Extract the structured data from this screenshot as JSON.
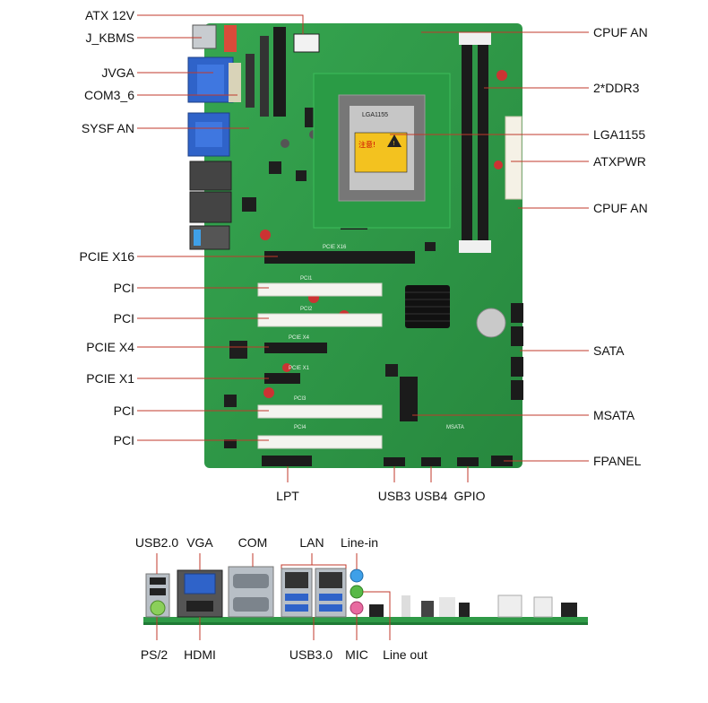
{
  "colors": {
    "pcb": "#2f9a47",
    "pcb_dark": "#1f7a35",
    "slot_white": "#f4f4ef",
    "slot_black": "#1b1b1b",
    "leader": "#c0392b",
    "port_blue": "#2f63c9",
    "port_silver": "#b8bfc6",
    "audio_blue": "#3fa0e8",
    "audio_green": "#58b947",
    "audio_pink": "#e86aa0"
  },
  "top_board": {
    "left_labels": [
      {
        "id": "atx12v",
        "text": "ATX 12V"
      },
      {
        "id": "jkbms",
        "text": "J_KBMS"
      },
      {
        "id": "jvga",
        "text": "JVGA"
      },
      {
        "id": "com36",
        "text": "COM3_6"
      },
      {
        "id": "sysfan",
        "text": "SYSF AN"
      },
      {
        "id": "pciex16",
        "text": "PCIE X16"
      },
      {
        "id": "pci1",
        "text": "PCI"
      },
      {
        "id": "pci2",
        "text": "PCI"
      },
      {
        "id": "pciex4",
        "text": "PCIE X4"
      },
      {
        "id": "pciex1",
        "text": "PCIE X1"
      },
      {
        "id": "pci3",
        "text": "PCI"
      },
      {
        "id": "pci4",
        "text": "PCI"
      }
    ],
    "right_labels": [
      {
        "id": "cpufan1",
        "text": "CPUF AN"
      },
      {
        "id": "ddr3",
        "text": "2*DDR3"
      },
      {
        "id": "lga",
        "text": "LGA1155"
      },
      {
        "id": "atxpwr",
        "text": "ATXPWR"
      },
      {
        "id": "cpufan2",
        "text": "CPUF AN"
      },
      {
        "id": "sata",
        "text": "SATA"
      },
      {
        "id": "msata",
        "text": "MSATA"
      },
      {
        "id": "fpanel",
        "text": "FPANEL"
      }
    ],
    "bottom_labels": [
      {
        "id": "lpt",
        "text": "LPT"
      },
      {
        "id": "usb3",
        "text": "USB3"
      },
      {
        "id": "usb4",
        "text": "USB4"
      },
      {
        "id": "gpio",
        "text": "GPIO"
      }
    ],
    "board_prints": {
      "socket": "LGA1155",
      "warning": "注意!",
      "pcie_x16": "PCIE X16",
      "pci1": "PCI1",
      "pci2": "PCI2",
      "pcie_x4": "PCIE X4",
      "pcie_x1": "PCIE X1",
      "pci3": "PCI3",
      "pci4": "PCI4",
      "msata": "MSATA"
    }
  },
  "io_panel": {
    "top_labels": [
      {
        "id": "usb20",
        "text": "USB2.0"
      },
      {
        "id": "vga",
        "text": "VGA"
      },
      {
        "id": "com",
        "text": "COM"
      },
      {
        "id": "lan",
        "text": "LAN"
      },
      {
        "id": "linein",
        "text": "Line-in"
      }
    ],
    "bottom_labels": [
      {
        "id": "ps2",
        "text": "PS/2"
      },
      {
        "id": "hdmi",
        "text": "HDMI"
      },
      {
        "id": "usb30",
        "text": "USB3.0"
      },
      {
        "id": "mic",
        "text": "MIC"
      },
      {
        "id": "lineout",
        "text": "Line out"
      }
    ]
  }
}
